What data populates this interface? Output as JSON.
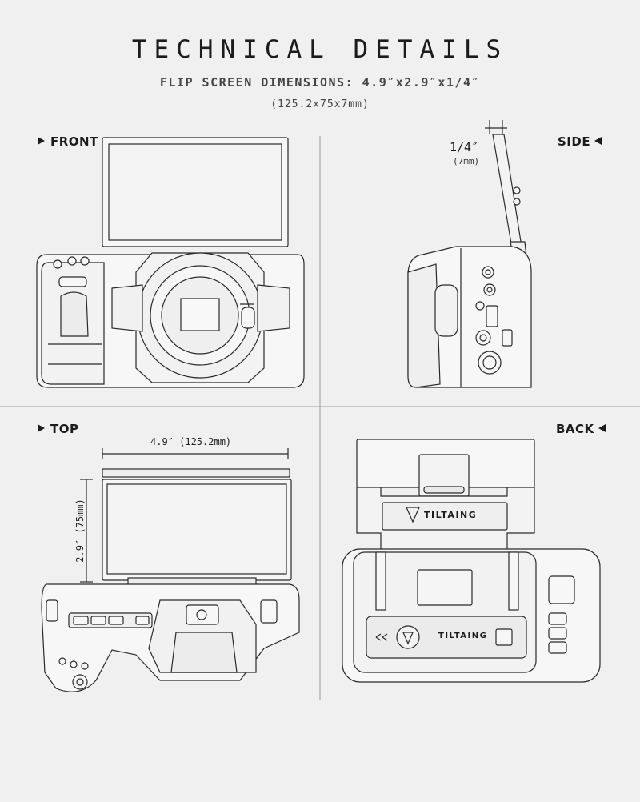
{
  "header": {
    "title": "TECHNICAL DETAILS",
    "subtitle": "FLIP SCREEN DIMENSIONS: 4.9″x2.9″x1/4″",
    "subtitle_metric": "(125.2x75x7mm)"
  },
  "sections": {
    "front": "FRONT",
    "side": "SIDE",
    "top": "TOP",
    "back": "BACK"
  },
  "dimensions": {
    "thickness": "1/4″",
    "thickness_metric": "(7mm)",
    "width": "4.9″ (125.2mm)",
    "height": "2.9″ (75mm)"
  },
  "branding": {
    "logo_text": "TILTAING"
  },
  "colors": {
    "background": "#f0f0f0",
    "line": "#2a2a2a",
    "divider": "#9a9a9a"
  }
}
